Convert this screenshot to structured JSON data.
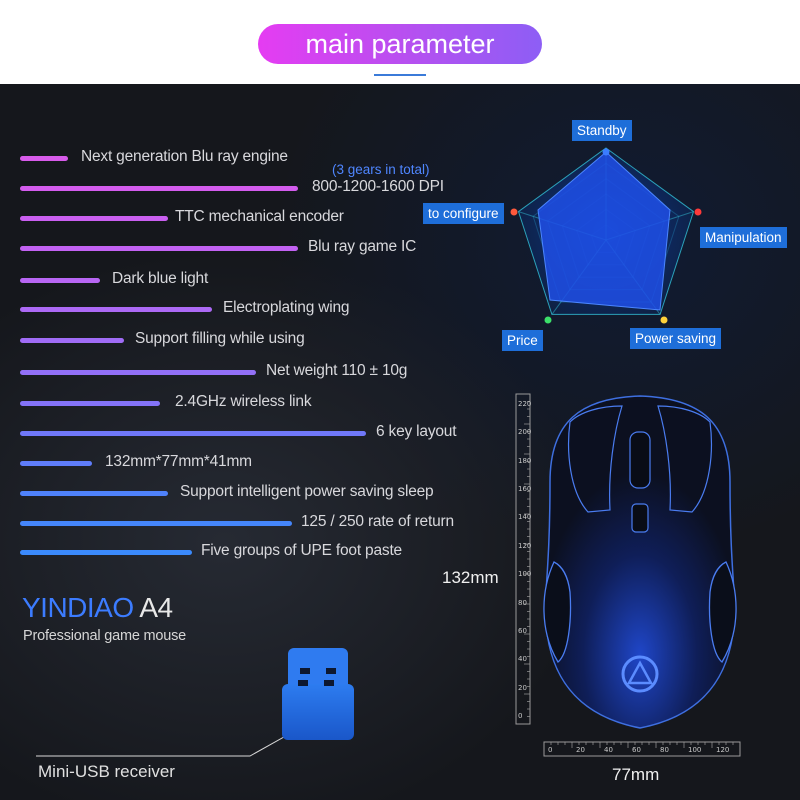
{
  "header": {
    "title": "main parameter"
  },
  "features": [
    {
      "label": "Next generation Blu ray engine",
      "color": "#d75bea"
    },
    {
      "label": "800-1200-1600 DPI",
      "color": "#d35ced"
    },
    {
      "label": "TTC mechanical encoder",
      "color": "#c95ff0"
    },
    {
      "label": "Blu ray game IC",
      "color": "#c262f2"
    },
    {
      "label": "Dark blue light",
      "color": "#b866f4"
    },
    {
      "label": "Electroplating wing",
      "color": "#ac69f5"
    },
    {
      "label": "Support filling while using",
      "color": "#a06cf6"
    },
    {
      "label": "Net weight 110 ± 10g",
      "color": "#9270f7"
    },
    {
      "label": "2.4GHz wireless link",
      "color": "#8473f8"
    },
    {
      "label": "6 key layout",
      "color": "#7078f9"
    },
    {
      "label": "132mm*77mm*41mm",
      "color": "#5f7dfa"
    },
    {
      "label": "Support intelligent power saving sleep",
      "color": "#4f82fb"
    },
    {
      "label": "125 / 250 rate of return",
      "color": "#4586fb"
    },
    {
      "label": "Five groups of UPE foot paste",
      "color": "#3b8afc"
    }
  ],
  "dpi_note": "(3 gears in total)",
  "brand": {
    "name": "YINDIAO",
    "model": "A4",
    "subtitle": "Professional game mouse"
  },
  "receiver": {
    "label": "Mini-USB receiver"
  },
  "radar": {
    "labels": {
      "top": "Standby",
      "left": "to configure",
      "right": "Manipulation",
      "bottom_left": "Price",
      "bottom_right": "Power saving"
    },
    "dot_colors": {
      "top": "#3a7cff",
      "left": "#ff5a3c",
      "right": "#ff3a3a",
      "bottom_left": "#3ce06a",
      "bottom_right": "#ffd23a"
    }
  },
  "dimensions": {
    "height": "132mm",
    "width": "77mm",
    "ruler_vertical": [
      "220",
      "200",
      "180",
      "160",
      "140",
      "120",
      "100",
      "80",
      "60",
      "40",
      "20",
      "0"
    ],
    "ruler_horizontal": [
      "0",
      "20",
      "40",
      "60",
      "80",
      "100",
      "120"
    ]
  },
  "colors": {
    "accent_blue": "#1e6ed9",
    "pill_start": "#e53cf2",
    "pill_end": "#8d5ef5"
  }
}
